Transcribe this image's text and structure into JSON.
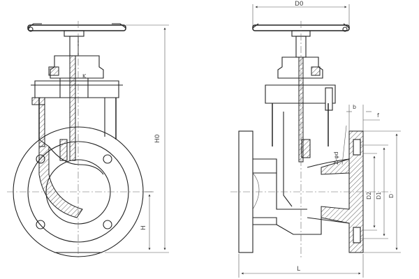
{
  "drawing": {
    "labels": {
      "d0": "D0",
      "h0": "H0",
      "h": "H",
      "l": "L",
      "d": "D",
      "d1": "D1",
      "d2": "D2",
      "b": "b",
      "f": "f",
      "bolts": "Z-φd",
      "k": "K"
    }
  }
}
